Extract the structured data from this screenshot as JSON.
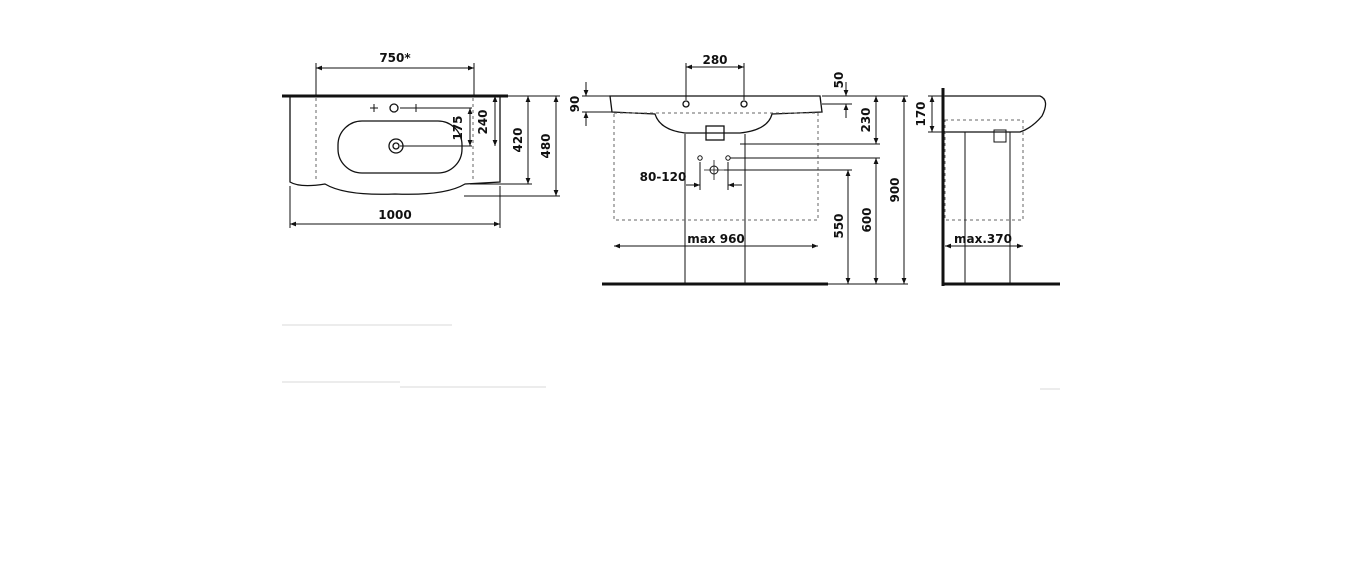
{
  "drawing": {
    "top_view": {
      "width_label": "750*",
      "overall_width_label": "1000",
      "depth_175_label": "175",
      "depth_240_label": "240",
      "depth_420_label": "420",
      "depth_480_label": "480"
    },
    "front_view": {
      "hole_spacing_label": "280",
      "rim_height_label": "90",
      "thickness_label": "50",
      "basin_depth_label": "230",
      "waste_range_label": "80-120",
      "cabinet_width_label": "max 960",
      "height_550_label": "550",
      "height_600_label": "600",
      "height_900_label": "900"
    },
    "side_view": {
      "height_170_label": "170",
      "depth_label": "max.370"
    }
  },
  "colors": {
    "line": "#111111",
    "dashed": "#666666",
    "faint": "#d0d0d0"
  }
}
